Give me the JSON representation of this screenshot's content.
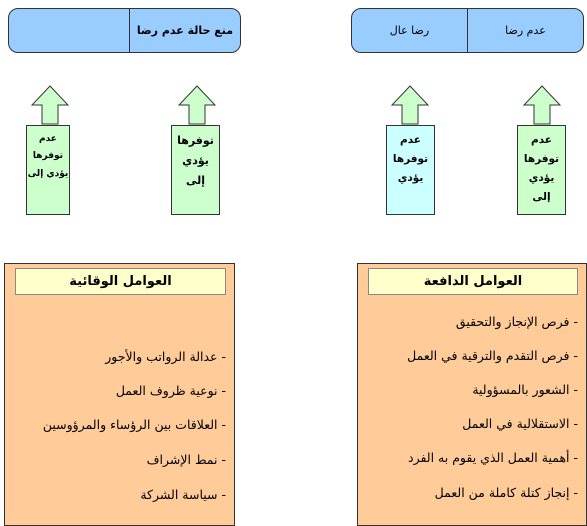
{
  "top_left_box": {
    "left_text": "",
    "right_text": "منع حالة عدم رضا"
  },
  "top_right_box": {
    "left_text": "رضا عال",
    "right_text": "عدم رضا"
  },
  "small_boxes": [
    {
      "lines": [
        "عدم",
        "توفرها",
        "يؤدي إلى"
      ]
    },
    {
      "lines": [
        "توفرها",
        "يؤدي",
        "إلى"
      ]
    },
    {
      "lines": [
        "عدم",
        "توفرها",
        "يؤدي"
      ]
    },
    {
      "lines": [
        "عدم",
        "توفرها",
        "يؤدي",
        "إلى"
      ]
    }
  ],
  "hygiene_panel": {
    "title": "العوامل الوقائية",
    "items": [
      "- عدالة الرواتب والأجور",
      "- نوعية ظروف العمل",
      "- العلاقات بين الرؤساء والمرؤوسين",
      "- نمط الإشراف",
      "- سياسة الشركة"
    ]
  },
  "motivator_panel": {
    "title": "العوامل الدافعة",
    "items": [
      "- فرص الإنجاز والتحقيق",
      "- فرص التقدم والترقية في العمل",
      "- الشعور بالمسؤولية",
      "- الاستقلالية في العمل",
      "- أهمية العمل الذي يقوم به الفرد",
      "- إنجاز كتلة كاملة من العمل"
    ]
  },
  "colors": {
    "top_box": "#99ccff",
    "arrow_fill": "#ccffcc",
    "rect_green": "#ccffcc",
    "rect_cyan": "#ccffff",
    "panel_fill": "#ffcc99",
    "panel_title": "#ffffcc"
  }
}
